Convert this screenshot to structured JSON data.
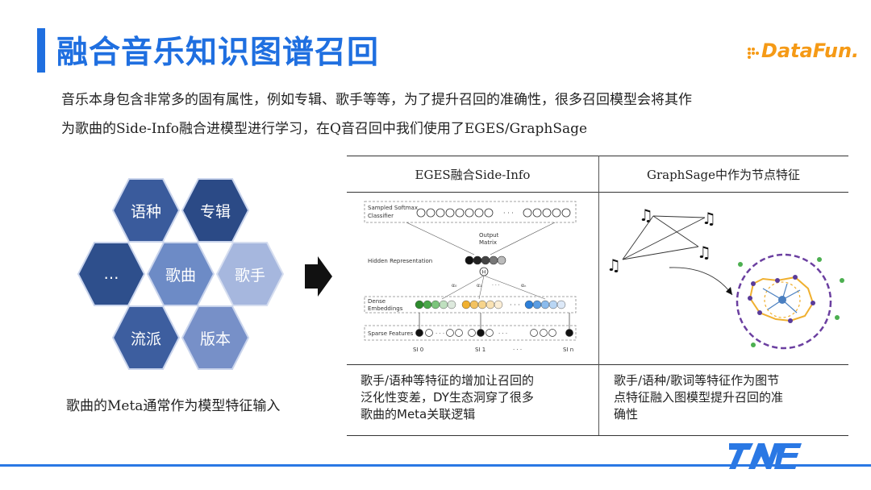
{
  "title": "融合音乐知识图谱召回",
  "logo_text": "DataFun.",
  "intro": {
    "line1": "音乐本身包含非常多的固有属性，例如专辑、歌手等等，为了提升召回的准确性，很多召回模型会将其作",
    "line2": "为歌曲的Side-Info融合进模型进行学习，在Q音召回中我们使用了EGES/GraphSage"
  },
  "hexagons": {
    "yuzhong": "语种",
    "zhuanji": "专辑",
    "ellipsis": "…",
    "gequ": "歌曲",
    "geshou": "歌手",
    "liupai": "流派",
    "banben": "版本"
  },
  "meta_caption": "歌曲的Meta通常作为模型特征输入",
  "table": {
    "col1_header": "EGES融合Side-Info",
    "col2_header": "GraphSage中作为节点特征",
    "col1_desc": [
      "歌手/语种等特征的增加让召回的",
      "泛化性变差，DY生态洞穿了很多",
      "歌曲的Meta关联逻辑"
    ],
    "col2_desc": [
      "歌手/语种/歌词等特征作为图节",
      "点特征融入图模型提升召回的准",
      "确性"
    ]
  },
  "eges_figure": {
    "sampled_softmax": "Sampled Softmax",
    "classifier": "Classifier",
    "output_matrix_1": "Output",
    "output_matrix_2": "Matrix",
    "hidden_representation": "Hidden Representation",
    "dense": "Dense",
    "embeddings": "Embeddings",
    "sparse_features": "Sparse Features",
    "h": "H",
    "a0": "α₀",
    "a1": "α₁",
    "an": "αₙ",
    "si0": "SI 0",
    "si1": "SI 1",
    "sin": "SI n",
    "dots": "· · ·"
  },
  "colors": {
    "title_blue": "#1f6fe0",
    "hex_dark": "#2e4f8c",
    "hex_mid": "#5f7fbc",
    "hex_light": "#9aaedb",
    "logo_orange": "#f59a16",
    "footer_blue": "#2a78e4"
  }
}
